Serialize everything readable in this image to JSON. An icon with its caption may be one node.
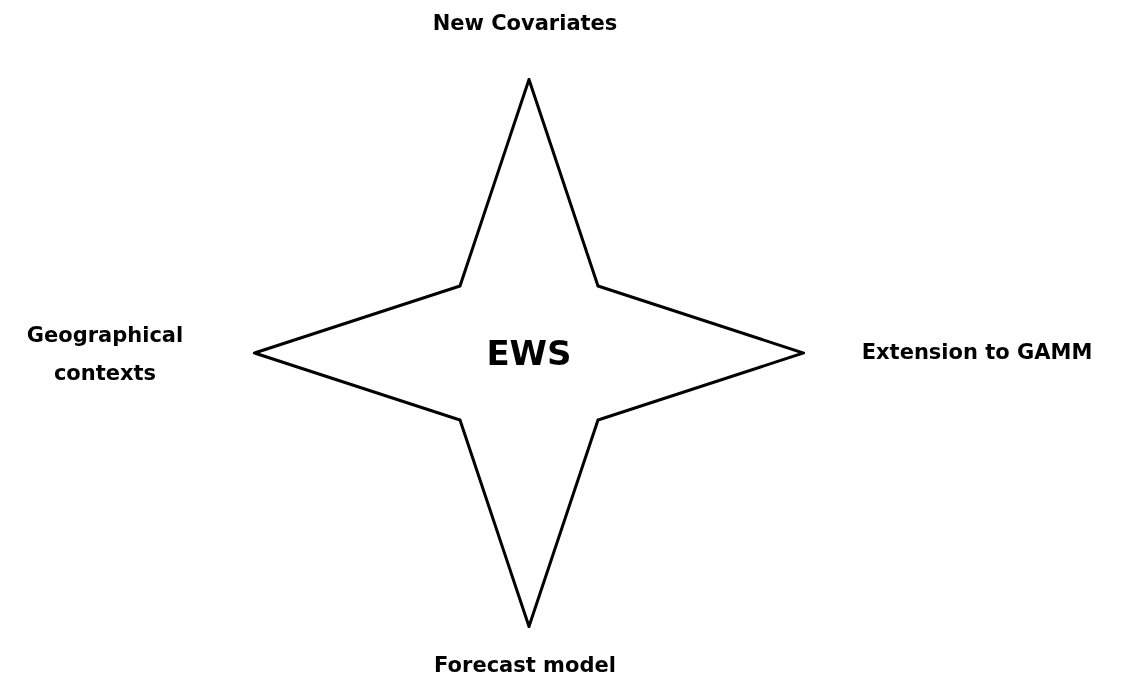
{
  "diagram": {
    "nodes": [
      {
        "text": [
          "EWS"
        ]
      }
    ],
    "edges": [],
    "labels": [
      "New Covariates",
      "Geographical contexts",
      "Extension to GAMM",
      "Forecast model"
    ]
  }
}
